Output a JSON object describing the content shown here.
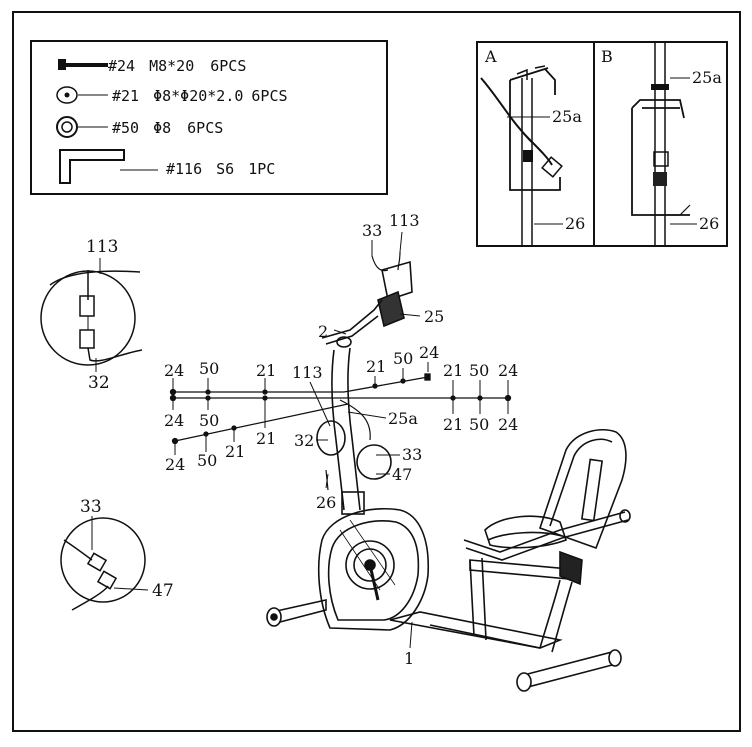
{
  "parts_list": [
    {
      "icon": "bolt-icon",
      "part": "#24",
      "spec": "M8*20",
      "qty": "6PCS"
    },
    {
      "icon": "curved-washer-icon",
      "part": "#21",
      "spec": "Φ8*Φ20*2.0",
      "qty": "6PCS"
    },
    {
      "icon": "washer-icon",
      "part": "#50",
      "spec": "Φ8",
      "qty": "6PCS"
    },
    {
      "icon": "allen-key-icon",
      "part": "#116",
      "spec": "S6",
      "qty": "1PC"
    }
  ],
  "panels": {
    "a": {
      "label": "A",
      "callouts": [
        "25a",
        "26"
      ]
    },
    "b": {
      "label": "B",
      "callouts": [
        "25a",
        "26"
      ]
    }
  },
  "main_callouts": {
    "c33": "33",
    "c113": "113",
    "c25": "25",
    "c2": "2",
    "c25a": "25a",
    "c113b": "113",
    "c32": "32",
    "c33b": "33",
    "c47": "47",
    "c26": "26",
    "c1": "1"
  },
  "hardware_callouts": {
    "top_left": [
      "24",
      "50",
      "21"
    ],
    "mid_left": [
      "24",
      "50",
      "21"
    ],
    "low_left": [
      "24",
      "50",
      "21"
    ],
    "top_right": [
      "21",
      "50",
      "24"
    ],
    "far_right_top": [
      "21",
      "50",
      "24"
    ],
    "far_right_bot": [
      "21",
      "50",
      "24"
    ]
  },
  "detail_circles": {
    "upper": {
      "top": "113",
      "bottom": "32"
    },
    "lower": {
      "top": "33",
      "bottom": "47"
    }
  }
}
